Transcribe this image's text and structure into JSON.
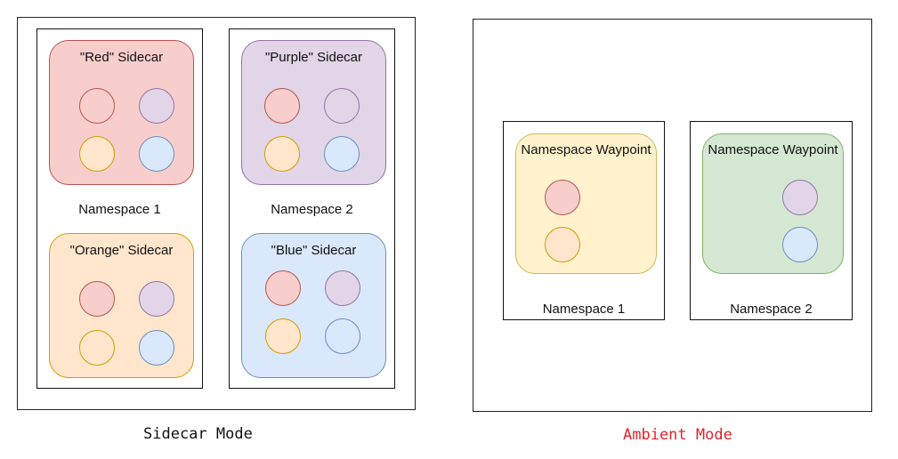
{
  "sidecar_mode": {
    "caption": "Sidecar Mode",
    "namespace_1": {
      "label": "Namespace 1",
      "red_box": {
        "title": "\"Red\" Sidecar"
      },
      "orange_box": {
        "title": "\"Orange\" Sidecar"
      }
    },
    "namespace_2": {
      "label": "Namespace 2",
      "purple_box": {
        "title": "\"Purple\" Sidecar"
      },
      "blue_box": {
        "title": "\"Blue\" Sidecar"
      }
    }
  },
  "ambient_mode": {
    "caption": "Ambient Mode",
    "caption_color": "#e0232a",
    "namespace_1": {
      "label": "Namespace 1",
      "waypoint": {
        "title": "Namespace Waypoint"
      }
    },
    "namespace_2": {
      "label": "Namespace 2",
      "waypoint": {
        "title": "Namespace Waypoint"
      }
    }
  },
  "colors": {
    "red_fill": "#f8cecc",
    "red_stroke": "#b85450",
    "purple_fill": "#e1d5e7",
    "purple_stroke": "#9673a6",
    "orange_fill": "#ffe6cc",
    "orange_stroke": "#d79b00",
    "blue_fill": "#dae8fc",
    "blue_stroke": "#6c8ebf",
    "yellow_fill": "#fff2cc",
    "yellow_stroke": "#d6b656",
    "green_fill": "#d5e8d4",
    "green_stroke": "#82b366"
  }
}
